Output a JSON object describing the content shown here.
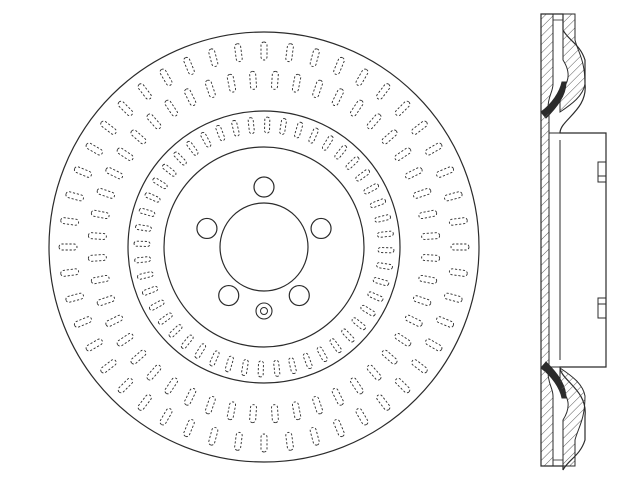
{
  "colors": {
    "background": "#ffffff",
    "line": "#2b2b2b",
    "hatch": "#5a5a5a"
  },
  "drawing": {
    "front_view": {
      "lug_holes": 5,
      "center_mark": "small-locating-hole",
      "vent_pattern": "dashed-radial-slots"
    },
    "side_view": {
      "style": "cross-section",
      "hatched": true
    }
  }
}
